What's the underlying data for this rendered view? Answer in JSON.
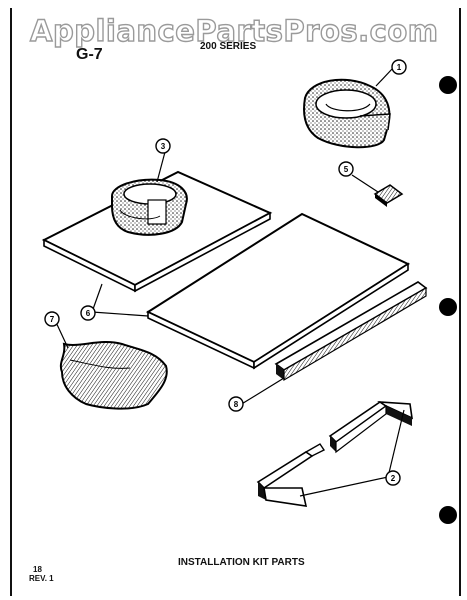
{
  "watermark": "AppliancePartsPros.com",
  "diagram_code": "G-7",
  "series": "200 SERIES",
  "footer": {
    "title": "INSTALLATION KIT PARTS",
    "page": "18",
    "revision": "REV. 1"
  },
  "callouts": {
    "c1": "1",
    "c2": "2",
    "c3": "3",
    "c5": "5",
    "c6": "6",
    "c7": "7",
    "c8": "8"
  }
}
